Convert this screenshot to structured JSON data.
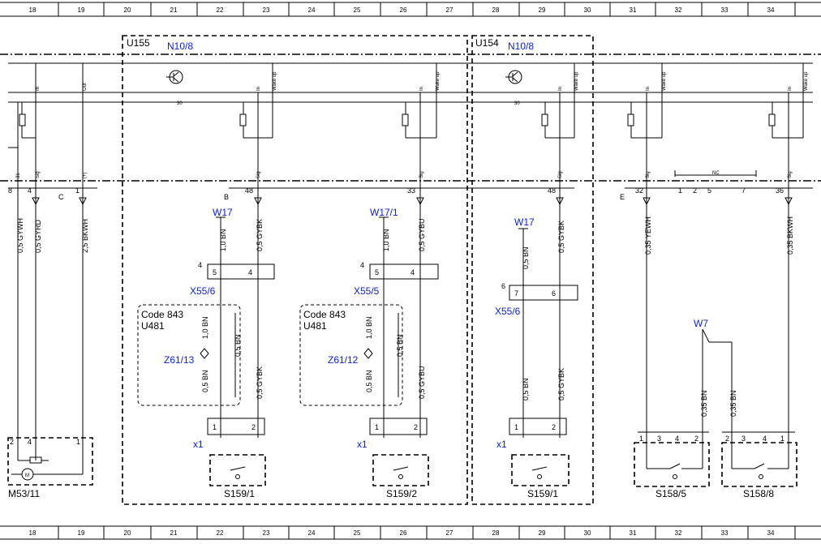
{
  "ruler": {
    "columns": [
      "18",
      "19",
      "20",
      "21",
      "22",
      "23",
      "24",
      "25",
      "26",
      "27",
      "28",
      "29",
      "30",
      "31",
      "32",
      "33",
      "34"
    ]
  },
  "modules": {
    "u155": {
      "id": "U155",
      "ref": "N10/8"
    },
    "u154": {
      "id": "U154",
      "ref": "N10/8"
    }
  },
  "bus": {
    "label": "30"
  },
  "top_pin_labels": {
    "in": "In",
    "out": "Out",
    "wake": "Wake up"
  },
  "left": {
    "connector_pins": [
      "8",
      "31",
      "4",
      "1",
      "(+)"
    ],
    "sig_label": "Sig",
    "branch_c": "C",
    "wires": [
      "0,5 GYWH",
      "0,5 GYRD",
      "2,5 BKWH"
    ],
    "motor_pins": [
      "2",
      "4",
      "1"
    ],
    "motor_label": "M53/11",
    "motor_symbol": "M"
  },
  "block_b": {
    "branch": "B",
    "pin_48": "48",
    "pin_33": "33",
    "ground_1": "W17",
    "ground_2": "W17/1",
    "wire_bn": "1,0 BN",
    "wire_gybk": "0,5 GYBK",
    "wire_gybu": "0,5 GYBU",
    "conn_label_1": "X55/6",
    "conn_label_2": "X55/5",
    "conn_pin_4": "4",
    "conn_pin_5": "5",
    "code_1": "Code 843",
    "code_2": "U481",
    "splice_1": "Z61/13",
    "splice_2": "Z61/12",
    "wire_bn_small": "0,5 BN",
    "switch_pin_1": "1",
    "switch_pin_2": "2",
    "x1": "x1",
    "switch_1": "S159/1",
    "switch_2": "S159/2"
  },
  "block_u154": {
    "pin_48": "48",
    "ground": "W17",
    "wire_bn": "0,5 BN",
    "wire_gybk": "0,5 GYBK",
    "conn_6": "6",
    "conn_pin_7": "7",
    "conn_pin_6": "6",
    "conn_label": "X55/6",
    "x1": "x1",
    "switch": "S159/1"
  },
  "block_e": {
    "branch": "E",
    "pin_32": "32",
    "pin_36": "36",
    "nc_pins": [
      "1",
      "2",
      "5",
      "7"
    ],
    "nc_label": "NC",
    "wire_yewh": "0,35 YEWH",
    "wire_bkwh": "0,35 BKWH",
    "ground": "W7",
    "wire_bn": "0,35 BN",
    "sw5_pins": [
      "1",
      "3",
      "4",
      "2"
    ],
    "sw8_pins": [
      "2",
      "3",
      "4",
      "1"
    ],
    "switch_5": "S158/5",
    "switch_8": "S158/8"
  }
}
